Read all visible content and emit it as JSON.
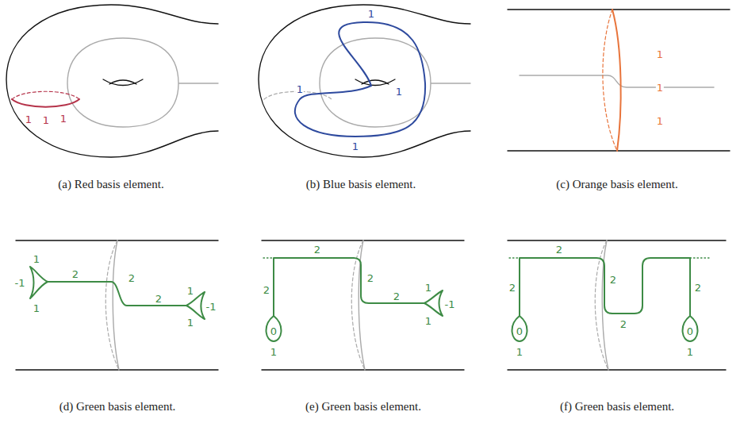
{
  "diagram": {
    "labels": [
      "1",
      "1",
      "1",
      "(a) Red basis element.",
      "1",
      "1",
      "1",
      "1",
      "(b) Blue basis element.",
      "1",
      "1",
      "1",
      "(c) Orange basis element.",
      "1",
      "-1",
      "1",
      "2",
      "2",
      "2",
      "1",
      "-1",
      "1",
      "(d) Green basis element.",
      "2",
      "0",
      "1",
      "2",
      "2",
      "2",
      "1",
      "-1",
      "1",
      "(e) Green basis element.",
      "2",
      "0",
      "1",
      "2",
      "2",
      "2",
      "2",
      "0",
      "1",
      "(f) Green basis element."
    ]
  }
}
